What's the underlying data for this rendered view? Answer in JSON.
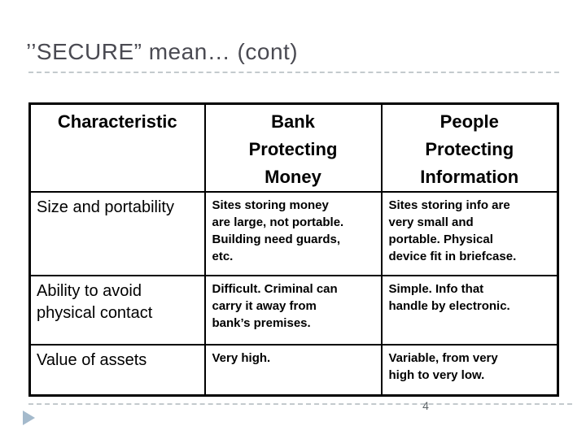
{
  "slide": {
    "title": "’’SECURE” mean… (cont)",
    "page_number": "4"
  },
  "table": {
    "columns": [
      "Characteristic",
      "Bank\nProtecting\nMoney",
      "People\nProtecting\nInformation"
    ],
    "rows": [
      {
        "characteristic": "Size and portability",
        "bank": "Sites storing money\nare large, not portable.\nBuilding need guards,\netc.",
        "people": "Sites storing info are\nvery small and\nportable. Physical\ndevice fit in briefcase."
      },
      {
        "characteristic": "Ability to avoid\nphysical contact",
        "bank": "Difficult. Criminal can\ncarry it away from\nbank’s premises.",
        "people": "Simple. Info that\nhandle by electronic."
      },
      {
        "characteristic": "Value of assets",
        "bank": "Very high.",
        "people": "Variable, from very\nhigh to very low."
      }
    ]
  },
  "colors": {
    "title_text": "#4a4a52",
    "table_text": "#000000",
    "table_border": "#000000",
    "dashed_rule": "#c3cacd",
    "footer_arrow": "#a4bacc",
    "page_number": "#5d6468",
    "background": "#ffffff"
  }
}
